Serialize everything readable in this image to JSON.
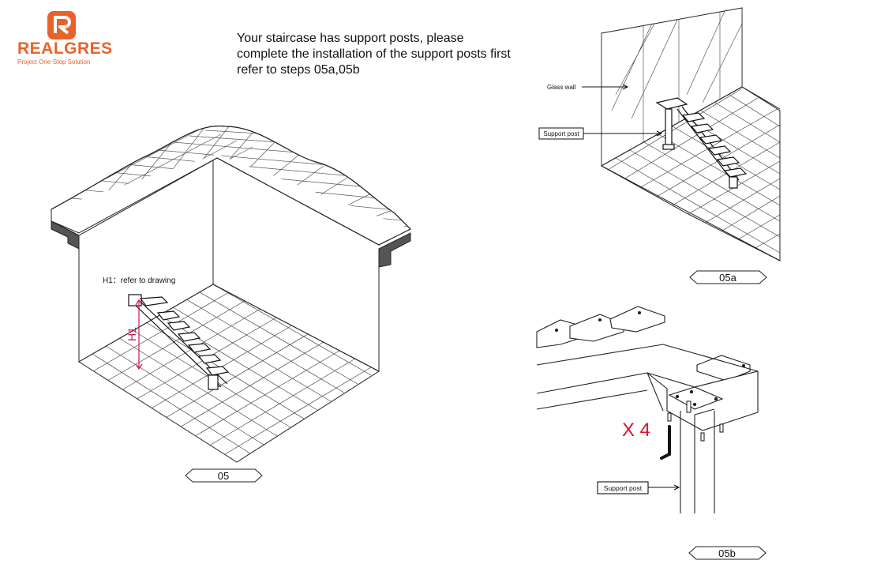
{
  "brand": {
    "name": "REALGRES",
    "tagline": "Project One-Stop Solution",
    "color": "#e8622a"
  },
  "instruction": {
    "line1": "Your staircase has support posts, please",
    "line2": "complete the installation of the support posts first",
    "line3": "refer to steps 05a,05b"
  },
  "step_05": {
    "annotation": "H1：refer to drawing",
    "dimension": "H1",
    "tag": "05"
  },
  "step_05a": {
    "glass_wall": "Glass wall",
    "support_post": "Support post",
    "tag": "05a"
  },
  "step_05b": {
    "quantity": "X 4",
    "support_post": "Support post",
    "tag": "05b"
  },
  "colors": {
    "line": "#222222",
    "dimension": "#d4145a",
    "quantity": "#e0102e"
  }
}
